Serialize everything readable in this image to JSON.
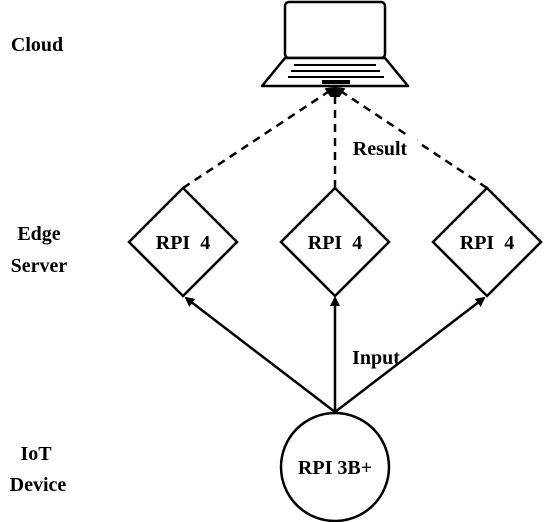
{
  "tiers": {
    "cloud": "Cloud",
    "edge_line1": "Edge",
    "edge_line2": "Server",
    "iot_line1": "IoT",
    "iot_line2": "Device"
  },
  "edge_nodes": [
    {
      "label": "RPI  4"
    },
    {
      "label": "RPI  4"
    },
    {
      "label": "RPI  4"
    }
  ],
  "iot_node": {
    "label": "RPI 3B+"
  },
  "edge_labels": {
    "result": "Result",
    "input": "Input"
  },
  "icons": {
    "cloud": "laptop-icon"
  },
  "colors": {
    "stroke": "#000000",
    "background": "#ffffff"
  }
}
